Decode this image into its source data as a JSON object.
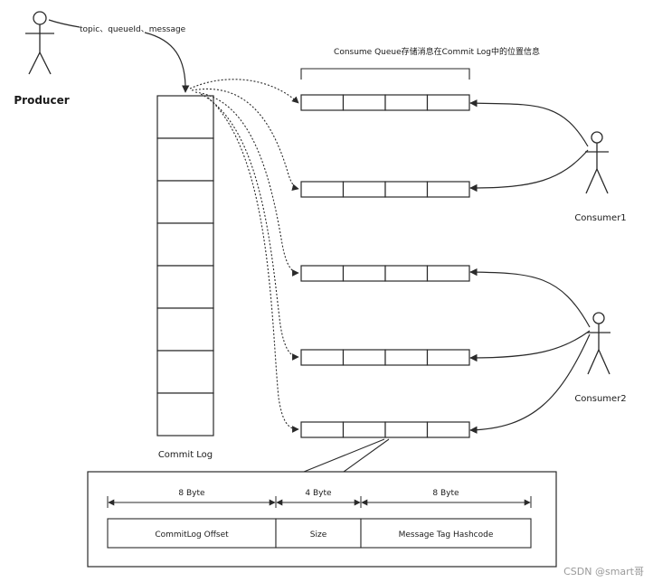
{
  "actors": {
    "producer": "Producer",
    "consumer1": "Consumer1",
    "consumer2": "Consumer2"
  },
  "message_label": "topic、queueId、message",
  "consume_queue_label": "Consume Queue存储消息在Commit Log中的位置信息",
  "commit_log_label": "Commit Log",
  "commit_log_cells": 8,
  "consume_queues": 5,
  "queue_cells": 4,
  "entry_format": {
    "fields": [
      {
        "size": "8 Byte",
        "name": "CommitLog Offset"
      },
      {
        "size": "4 Byte",
        "name": "Size"
      },
      {
        "size": "8 Byte",
        "name": "Message Tag Hashcode"
      }
    ]
  },
  "watermark": "CSDN @smart哥"
}
